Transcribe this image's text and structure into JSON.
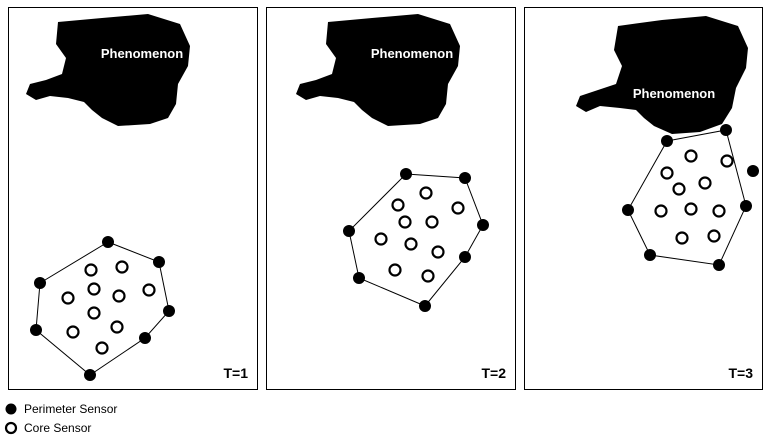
{
  "phenomenon_label": "Phenomenon",
  "panels": [
    {
      "time_label": "T=1"
    },
    {
      "time_label": "T=2"
    },
    {
      "time_label": "T=3"
    }
  ],
  "legend": {
    "perimeter": "Perimeter Sensor",
    "core": "Core Sensor"
  },
  "colors": {
    "perimeter_fill": "#000000",
    "core_fill": "#ffffff",
    "stroke": "#000000"
  }
}
